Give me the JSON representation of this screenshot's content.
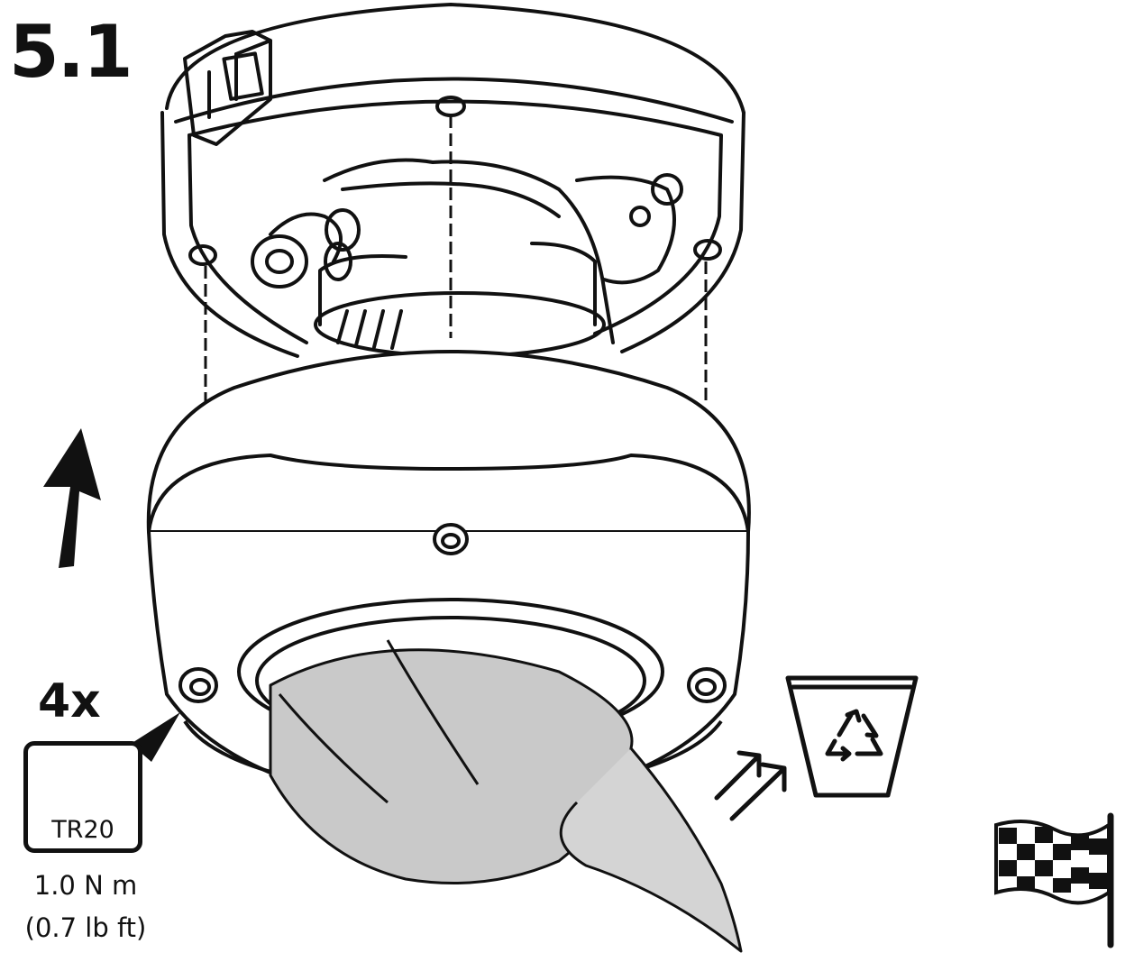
{
  "step": {
    "number": "5.1"
  },
  "screw_spec": {
    "quantity": "4x",
    "bit": "TR20",
    "torque_metric": "1.0 N m",
    "torque_imperial": "(0.7 lb ft)"
  },
  "icons": {
    "direction": "up-arrow-icon",
    "bit_type": "torx-bit-icon",
    "disposal": "recycle-bin-icon",
    "disposal_direction": "double-arrow-icon",
    "finish": "checkered-flag-icon"
  },
  "colors": {
    "line": "#111111",
    "film": "#c9c9c9",
    "background": "#ffffff"
  }
}
